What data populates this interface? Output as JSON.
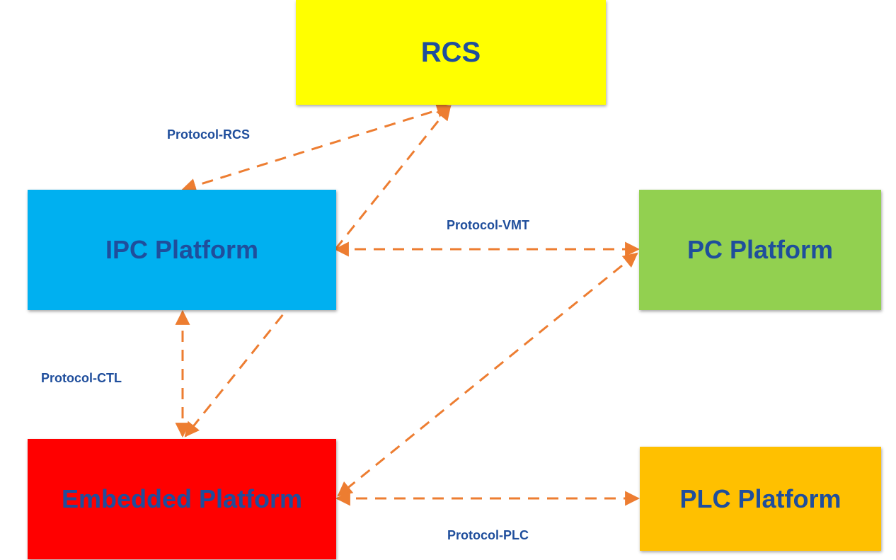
{
  "nodes": {
    "rcs": {
      "label": "RCS",
      "color": "#ffff00"
    },
    "ipc": {
      "label": "IPC Platform",
      "color": "#00b0f0"
    },
    "pc": {
      "label": "PC Platform",
      "color": "#92d050"
    },
    "embedded": {
      "label": "Embedded Platform",
      "color": "#ff0000"
    },
    "plc": {
      "label": "PLC Platform",
      "color": "#ffc000"
    }
  },
  "protocols": {
    "rcs": "Protocol-RCS",
    "vmt": "Protocol-VMT",
    "ctl": "Protocol-CTL",
    "plc": "Protocol-PLC"
  },
  "colors": {
    "arrow": "#ed7d31",
    "text": "#1f4e9c"
  }
}
